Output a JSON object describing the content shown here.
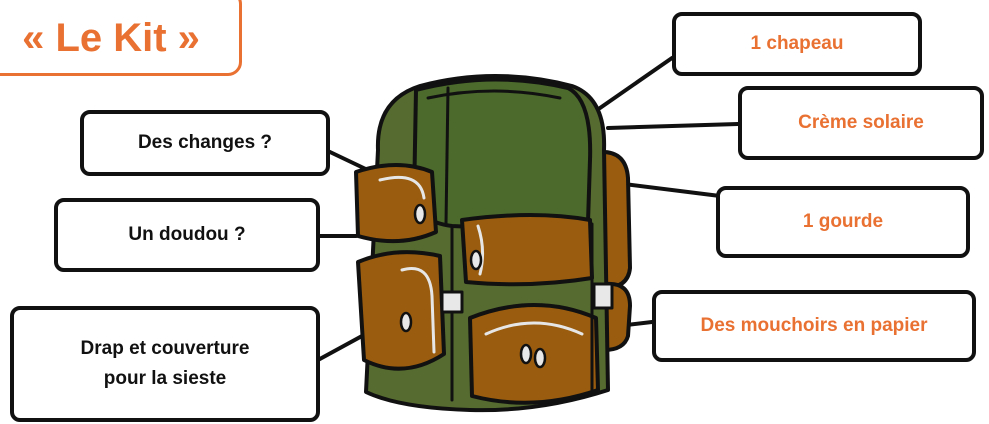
{
  "title": "« Le Kit »",
  "labels": {
    "changes": "Des changes ?",
    "doudou": "Un doudou ?",
    "drap_line1": "Drap et couverture",
    "drap_line2": "pour la sieste",
    "chapeau": "1 chapeau",
    "creme": "Crème solaire",
    "gourde": "1 gourde",
    "mouchoirs": "Des mouchoirs en papier"
  },
  "colors": {
    "accent": "#e97132",
    "backpack_green": "#556b2f",
    "backpack_brown": "#9a5c0e"
  },
  "icons": [
    "backpack-icon"
  ]
}
